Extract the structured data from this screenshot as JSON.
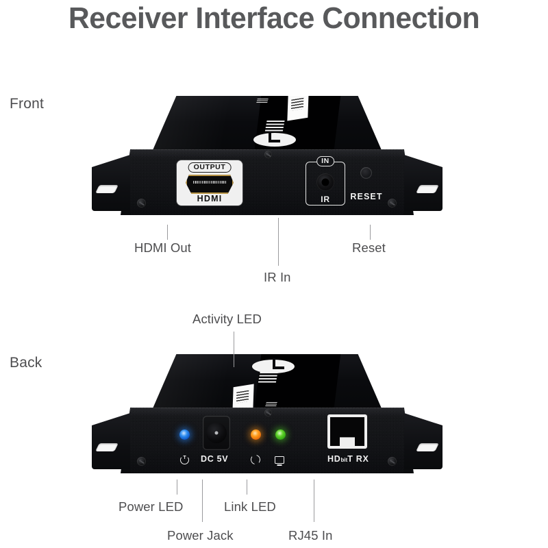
{
  "page": {
    "title": "Receiver Interface Connection",
    "background": "#ffffff",
    "title_color": "#58595b",
    "label_color": "#4d4d4f",
    "leader_color": "#9a9a9d"
  },
  "views": [
    {
      "id": "front",
      "label": "Front"
    },
    {
      "id": "back",
      "label": "Back"
    }
  ],
  "front_panel": {
    "hdmi": {
      "tag": "OUTPUT",
      "label": "HDMI",
      "connector_color": "#b99445"
    },
    "ir": {
      "tag": "IN",
      "label": "IR"
    },
    "reset": {
      "label": "RESET"
    }
  },
  "back_panel": {
    "power_led": {
      "icon": "power-icon",
      "color": "#2f8ef0"
    },
    "dc_jack": {
      "label": "DC 5V"
    },
    "link_led": {
      "icon": "link-icon",
      "color": "#ff9c1a"
    },
    "activity_led": {
      "icon": "display-icon",
      "color": "#5fd12a"
    },
    "rj45": {
      "label_main": "HD",
      "label_small": "bit",
      "label_tail": "T RX"
    }
  },
  "callouts": {
    "front": [
      {
        "name": "hdmi-out",
        "label": "HDMI Out"
      },
      {
        "name": "ir-in",
        "label": "IR In"
      },
      {
        "name": "reset",
        "label": "Reset"
      }
    ],
    "back": [
      {
        "name": "activity-led",
        "label": "Activity LED"
      },
      {
        "name": "power-led",
        "label": "Power LED"
      },
      {
        "name": "power-jack",
        "label": "Power Jack"
      },
      {
        "name": "link-led",
        "label": "Link LED"
      },
      {
        "name": "rj45-in",
        "label": "RJ45 In"
      }
    ]
  }
}
